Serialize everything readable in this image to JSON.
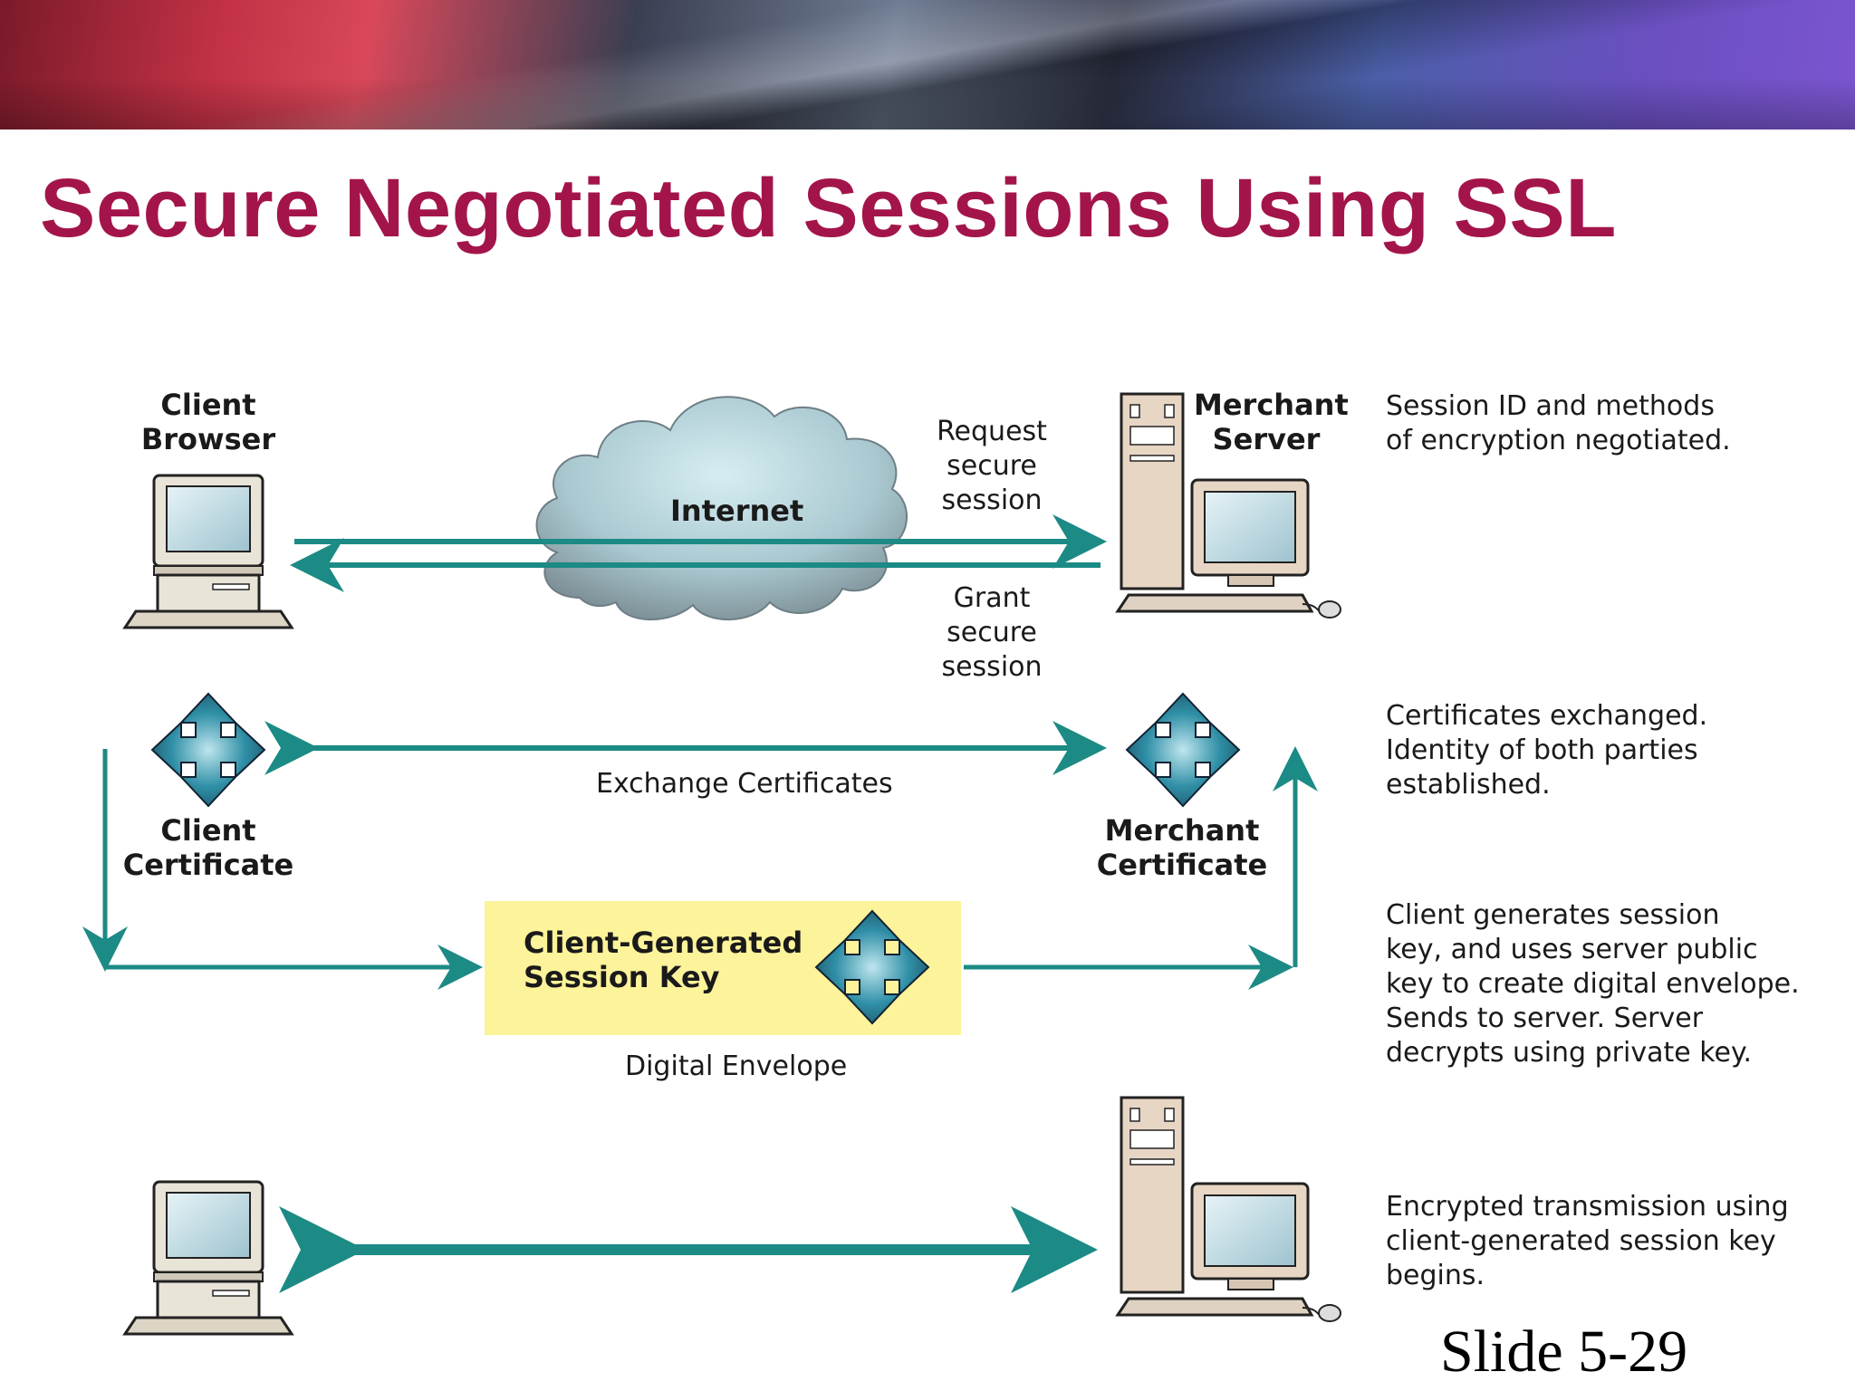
{
  "title": "Secure Negotiated Sessions Using SSL",
  "slide_number": "Slide 5-29",
  "nodes": {
    "client_browser": [
      "Client",
      "Browser"
    ],
    "merchant_server": [
      "Merchant",
      "Server"
    ],
    "internet": "Internet",
    "client_certificate": [
      "Client",
      "Certificate"
    ],
    "merchant_certificate": [
      "Merchant",
      "Certificate"
    ],
    "session_key": [
      "Client-Generated",
      "Session Key"
    ]
  },
  "arrow_labels": {
    "request": [
      "Request",
      "secure",
      "session"
    ],
    "grant": [
      "Grant",
      "secure",
      "session"
    ],
    "exchange": "Exchange Certificates",
    "digital_envelope": "Digital Envelope"
  },
  "notes": [
    "Session ID and methods\nof encryption negotiated.",
    "Certificates exchanged.\nIdentity of both parties\nestablished.",
    "Client generates session\nkey, and uses server public\nkey to create digital envelope.\nSends to server.  Server\ndecrypts using private key.",
    "Encrypted transmission using\nclient-generated session key\nbegins."
  ],
  "colors": {
    "title": "#a3154a",
    "arrow": "#1c8a85",
    "envelope": "#fdf39a",
    "key_icon": "#2a7a8c"
  }
}
